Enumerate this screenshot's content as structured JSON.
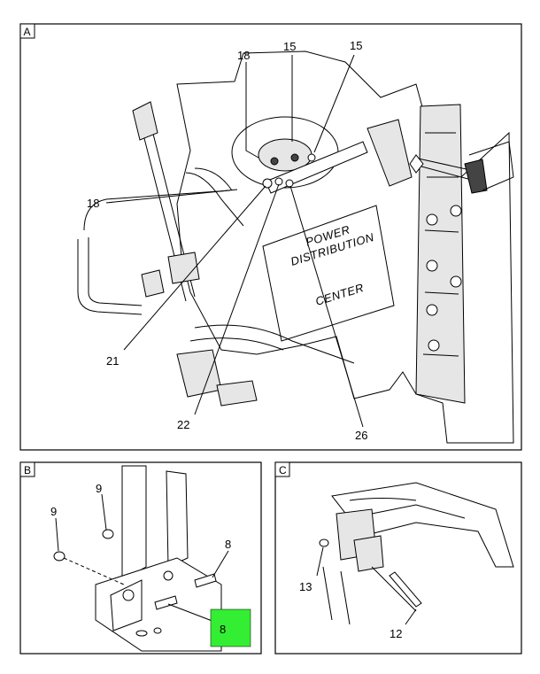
{
  "panels": {
    "a": {
      "tag": "A"
    },
    "b": {
      "tag": "B"
    },
    "c": {
      "tag": "C"
    }
  },
  "box_text": [
    "POWER",
    "DISTRIBUTION",
    "CENTER"
  ],
  "callouts": {
    "a": [
      "15",
      "15",
      "18",
      "18",
      "21",
      "22",
      "26"
    ],
    "b": [
      "9",
      "9",
      "8",
      "8"
    ],
    "c": [
      "13",
      "12"
    ]
  },
  "highlight_color": "#33ee33"
}
